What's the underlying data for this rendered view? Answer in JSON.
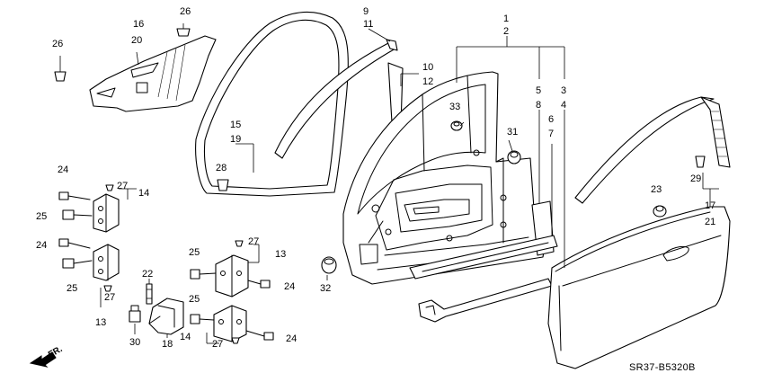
{
  "diagram": {
    "code": "SR37-B5320B",
    "direction_label": "FR.",
    "callouts": {
      "c1": "1",
      "c2": "2",
      "c3": "3",
      "c4": "4",
      "c5": "5",
      "c6": "6",
      "c7": "7",
      "c8": "8",
      "c9": "9",
      "c10": "10",
      "c11": "11",
      "c12": "12",
      "c13a": "13",
      "c13b": "13",
      "c14a": "14",
      "c14b": "14",
      "c15": "15",
      "c16": "16",
      "c17": "17",
      "c18": "18",
      "c19": "19",
      "c20": "20",
      "c21": "21",
      "c22": "22",
      "c23": "23",
      "c24a": "24",
      "c24b": "24",
      "c24c": "24",
      "c24d": "24",
      "c25a": "25",
      "c25b": "25",
      "c25c": "25",
      "c25d": "25",
      "c26a": "26",
      "c26b": "26",
      "c27a": "27",
      "c27b": "27",
      "c27c": "27",
      "c27d": "27",
      "c28": "28",
      "c29": "29",
      "c30": "30",
      "c31": "31",
      "c32": "32",
      "c33": "33"
    }
  }
}
